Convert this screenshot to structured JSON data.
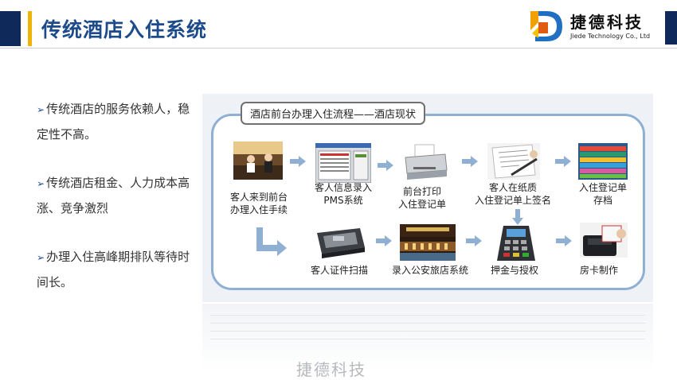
{
  "header": {
    "title": "传统酒店入住系统"
  },
  "logo": {
    "name_cn": "捷德科技",
    "name_en": "Jiede Technology Co., Ltd"
  },
  "bullets": [
    "传统酒店的服务依赖人，稳定性不高。",
    "传统酒店租金、人力成本高涨、竞争激烈",
    "办理入住高峰期排队等待时间长。"
  ],
  "flow": {
    "title": "酒店前台办理入住流程——酒店现状",
    "steps": {
      "s1": [
        "客人来到前台",
        "办理入住手续"
      ],
      "s2": [
        "客人信息录入",
        "PMS系统"
      ],
      "s3": [
        "前台打印",
        "入住登记单"
      ],
      "s4": [
        "客人在纸质",
        "入住登记单上签名"
      ],
      "s5": [
        "入住登记单",
        "存档"
      ],
      "s6": [
        "客人证件扫描"
      ],
      "s7": [
        "录入公安旅店系统"
      ],
      "s8": [
        "押金与授权"
      ],
      "s9": [
        "房卡制作"
      ]
    }
  },
  "watermark": "捷德科技",
  "colors": {
    "header_dark": "#0f2a5a",
    "accent_gold": "#f0b400",
    "title_blue": "#1c4a8a",
    "panel_border": "#8fb0d2",
    "arrow_blue": "#8fb0d2"
  }
}
